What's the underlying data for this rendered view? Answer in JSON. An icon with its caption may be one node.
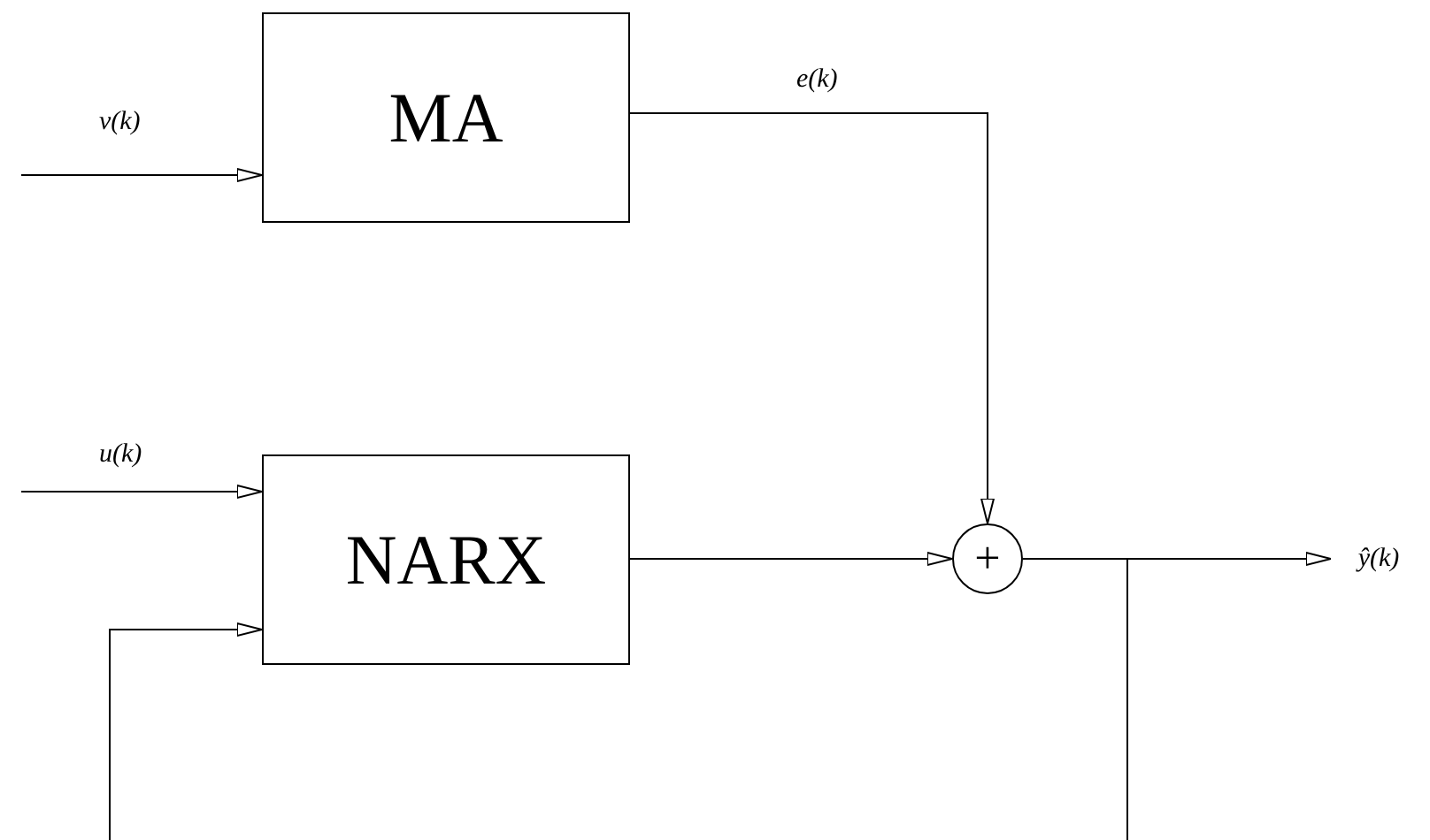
{
  "diagram": {
    "nodes": [
      {
        "text": [
          "MA"
        ]
      },
      {
        "text": [
          "NARX"
        ]
      },
      {
        "text": [
          "+"
        ]
      },
      {
        "text": [
          "ŷ(k)"
        ]
      }
    ],
    "edges": [
      {
        "from": null,
        "to": 0,
        "arrow": "to",
        "label": "ν(k)"
      },
      {
        "from": 0,
        "to": 2,
        "arrow": "to",
        "label": "e(k)"
      },
      {
        "from": null,
        "to": 1,
        "arrow": "to",
        "label": "u(k)"
      },
      {
        "from": 1,
        "to": 2,
        "arrow": "to"
      },
      {
        "from": 2,
        "to": 3,
        "arrow": "to"
      },
      {
        "from": 2,
        "to": null,
        "arrow": "none"
      },
      {
        "from": null,
        "to": 1,
        "arrow": "to"
      }
    ]
  }
}
